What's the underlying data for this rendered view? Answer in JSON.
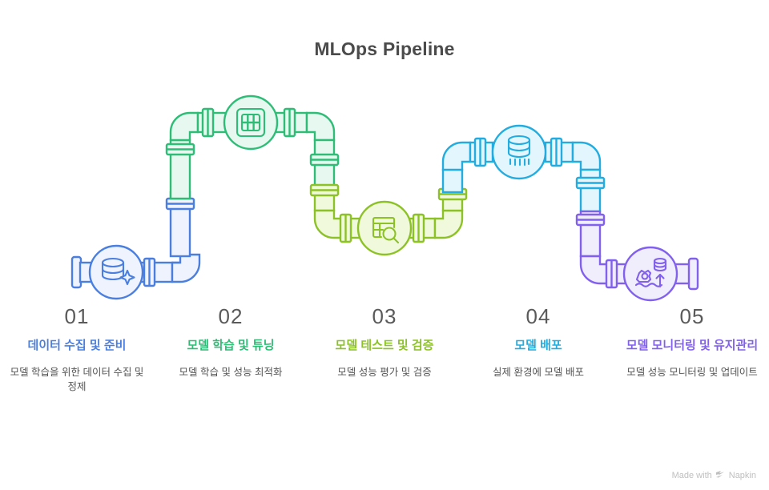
{
  "title": "MLOps Pipeline",
  "watermark": {
    "prefix": "Made with",
    "logo_icon": "napkin-logo-icon",
    "brand": "Napkin"
  },
  "colors": {
    "step1": "#4a7fe0",
    "step2": "#2ebd77",
    "step3": "#8cc226",
    "step4": "#22acdf",
    "step5": "#8160ee",
    "title": "#4b4b4b",
    "number": "#5a5a5a",
    "description": "#555555",
    "watermark": "#bfbfbf"
  },
  "steps": [
    {
      "number": "01",
      "label": "데이터 수집 및 준비",
      "description": "모델 학습을 위한 데이터 수집 및 정제",
      "color": "#4a7fe0",
      "icon": "database-sparkle-icon"
    },
    {
      "number": "02",
      "label": "모델 학습 및 튜닝",
      "description": "모델 학습 및 성능 최적화",
      "color": "#2ebd77",
      "icon": "grid-table-icon"
    },
    {
      "number": "03",
      "label": "모델 테스트 및 검증",
      "description": "모델 성능 평가 및 검증",
      "color": "#8cc226",
      "icon": "table-search-icon"
    },
    {
      "number": "04",
      "label": "모델 배포",
      "description": "실제 환경에 모델 배포",
      "color": "#22acdf",
      "icon": "database-deploy-icon"
    },
    {
      "number": "05",
      "label": "모델 모니터링 및 유지관리",
      "description": "모델 성능 모니터링 및 업데이트",
      "color": "#8160ee",
      "icon": "monitoring-gear-arrow-icon"
    }
  ]
}
